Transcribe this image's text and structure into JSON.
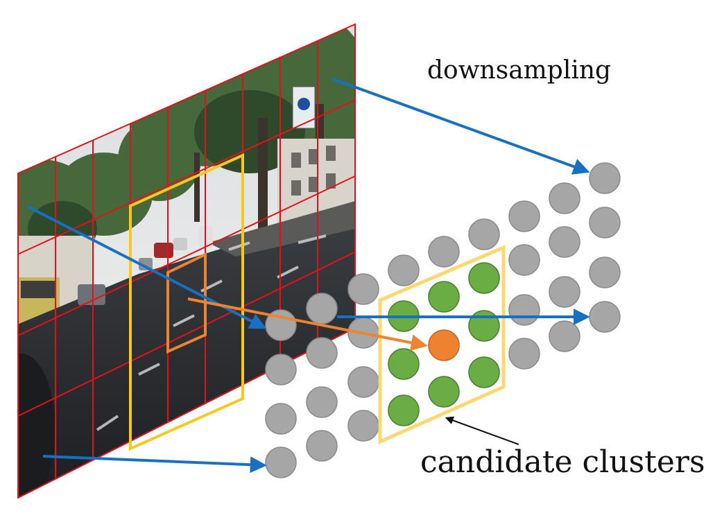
{
  "labels": {
    "downsampling": "downsampling",
    "candidate_clusters": "candidate clusters"
  },
  "colors": {
    "grid": "#e4111b",
    "window_yellow": "#f8c81e",
    "window_orange": "#ee8430",
    "arrow_blue": "#1770c4",
    "arrow_orange": "#ee8430",
    "node_gray": "#a6a6a6",
    "node_green": "#6aad45",
    "node_orange": "#ef8231",
    "cluster_box": "#fcd772"
  },
  "icons": {
    "feature_grid": "street-scene-image-grid",
    "nodes": "circle"
  }
}
